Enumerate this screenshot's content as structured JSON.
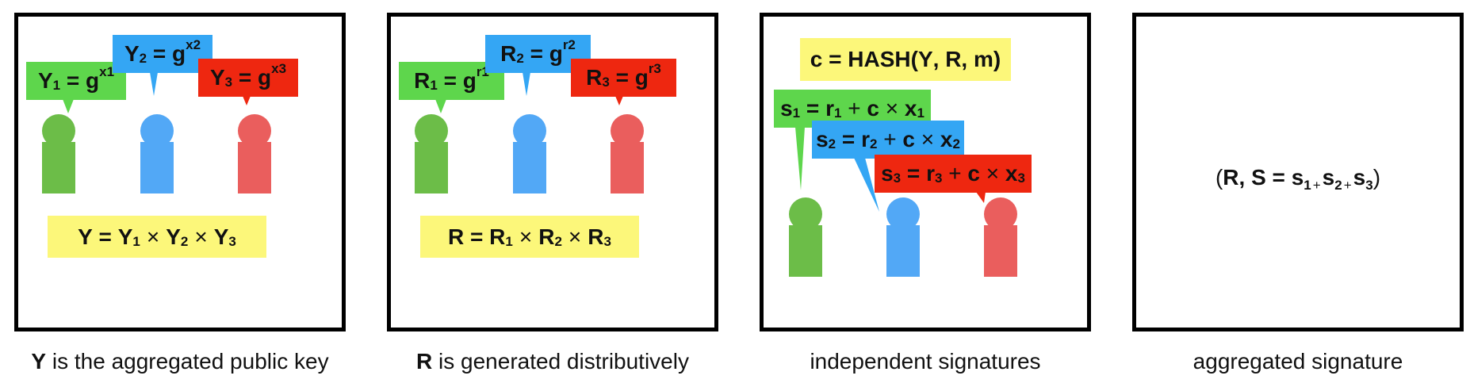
{
  "panel1": {
    "bubbles": [
      {
        "base": "Y",
        "sub": "1",
        "eq": " = g",
        "sup": "x1",
        "color": "green"
      },
      {
        "base": "Y",
        "sub": "2",
        "eq": " = g",
        "sup": "x2",
        "color": "blue"
      },
      {
        "base": "Y",
        "sub": "3",
        "eq": " = g",
        "sup": "x3",
        "color": "red"
      }
    ],
    "formula": {
      "lhs": "Y",
      "eq": " = ",
      "t1": "Y",
      "s1": "1",
      "t2": "Y",
      "s2": "2",
      "t3": "Y",
      "s3": "3",
      "times": "×"
    },
    "caption": {
      "bold": "Y",
      "rest": " is the aggregated public key"
    }
  },
  "panel2": {
    "bubbles": [
      {
        "base": "R",
        "sub": "1",
        "eq": " = g",
        "sup": "r1",
        "color": "green"
      },
      {
        "base": "R",
        "sub": "2",
        "eq": " = g",
        "sup": "r2",
        "color": "blue"
      },
      {
        "base": "R",
        "sub": "3",
        "eq": " = g",
        "sup": "r3",
        "color": "red"
      }
    ],
    "formula": {
      "lhs": "R",
      "eq": " = ",
      "t1": "R",
      "s1": "1",
      "t2": "R",
      "s2": "2",
      "t3": "R",
      "s3": "3",
      "times": "×"
    },
    "caption": {
      "bold": "R",
      "rest": " is generated distributively"
    }
  },
  "panel3": {
    "hash": {
      "text": "c = HASH(",
      "a": "Y",
      "sep1": ", ",
      "b": "R",
      "sep2": ", ",
      "c": "m",
      "close": ")"
    },
    "bubbles": [
      {
        "s": "s",
        "si": "1",
        "eq": " = ",
        "r": "r",
        "ri": "1",
        "plus": " + ",
        "c": "c",
        "times": " × ",
        "x": "x",
        "xi": "1"
      },
      {
        "s": "s",
        "si": "2",
        "eq": " = ",
        "r": "r",
        "ri": "2",
        "plus": " + ",
        "c": "c",
        "times": " × ",
        "x": "x",
        "xi": "2"
      },
      {
        "s": "s",
        "si": "3",
        "eq": " = ",
        "r": "r",
        "ri": "3",
        "plus": " + ",
        "c": "c",
        "times": " × ",
        "x": "x",
        "xi": "3"
      }
    ],
    "caption": "independent signatures"
  },
  "panel4": {
    "sig": {
      "open": "(",
      "R": "R",
      "comma": ", ",
      "S": "S",
      "eq": " = ",
      "s1": "s",
      "i1": "1",
      "p1": "+",
      "s2": "s",
      "i2": "2",
      "p2": "+",
      "s3": "s",
      "i3": "3",
      "close": ")"
    },
    "caption": "aggregated signature"
  },
  "colors": {
    "green": "#5ed64c",
    "blue": "#34a6f4",
    "red": "#ee2710",
    "yellow": "#fcf77a",
    "person_green": "#6cbd48",
    "person_blue": "#52a8f6",
    "person_red": "#ea5e5d"
  }
}
